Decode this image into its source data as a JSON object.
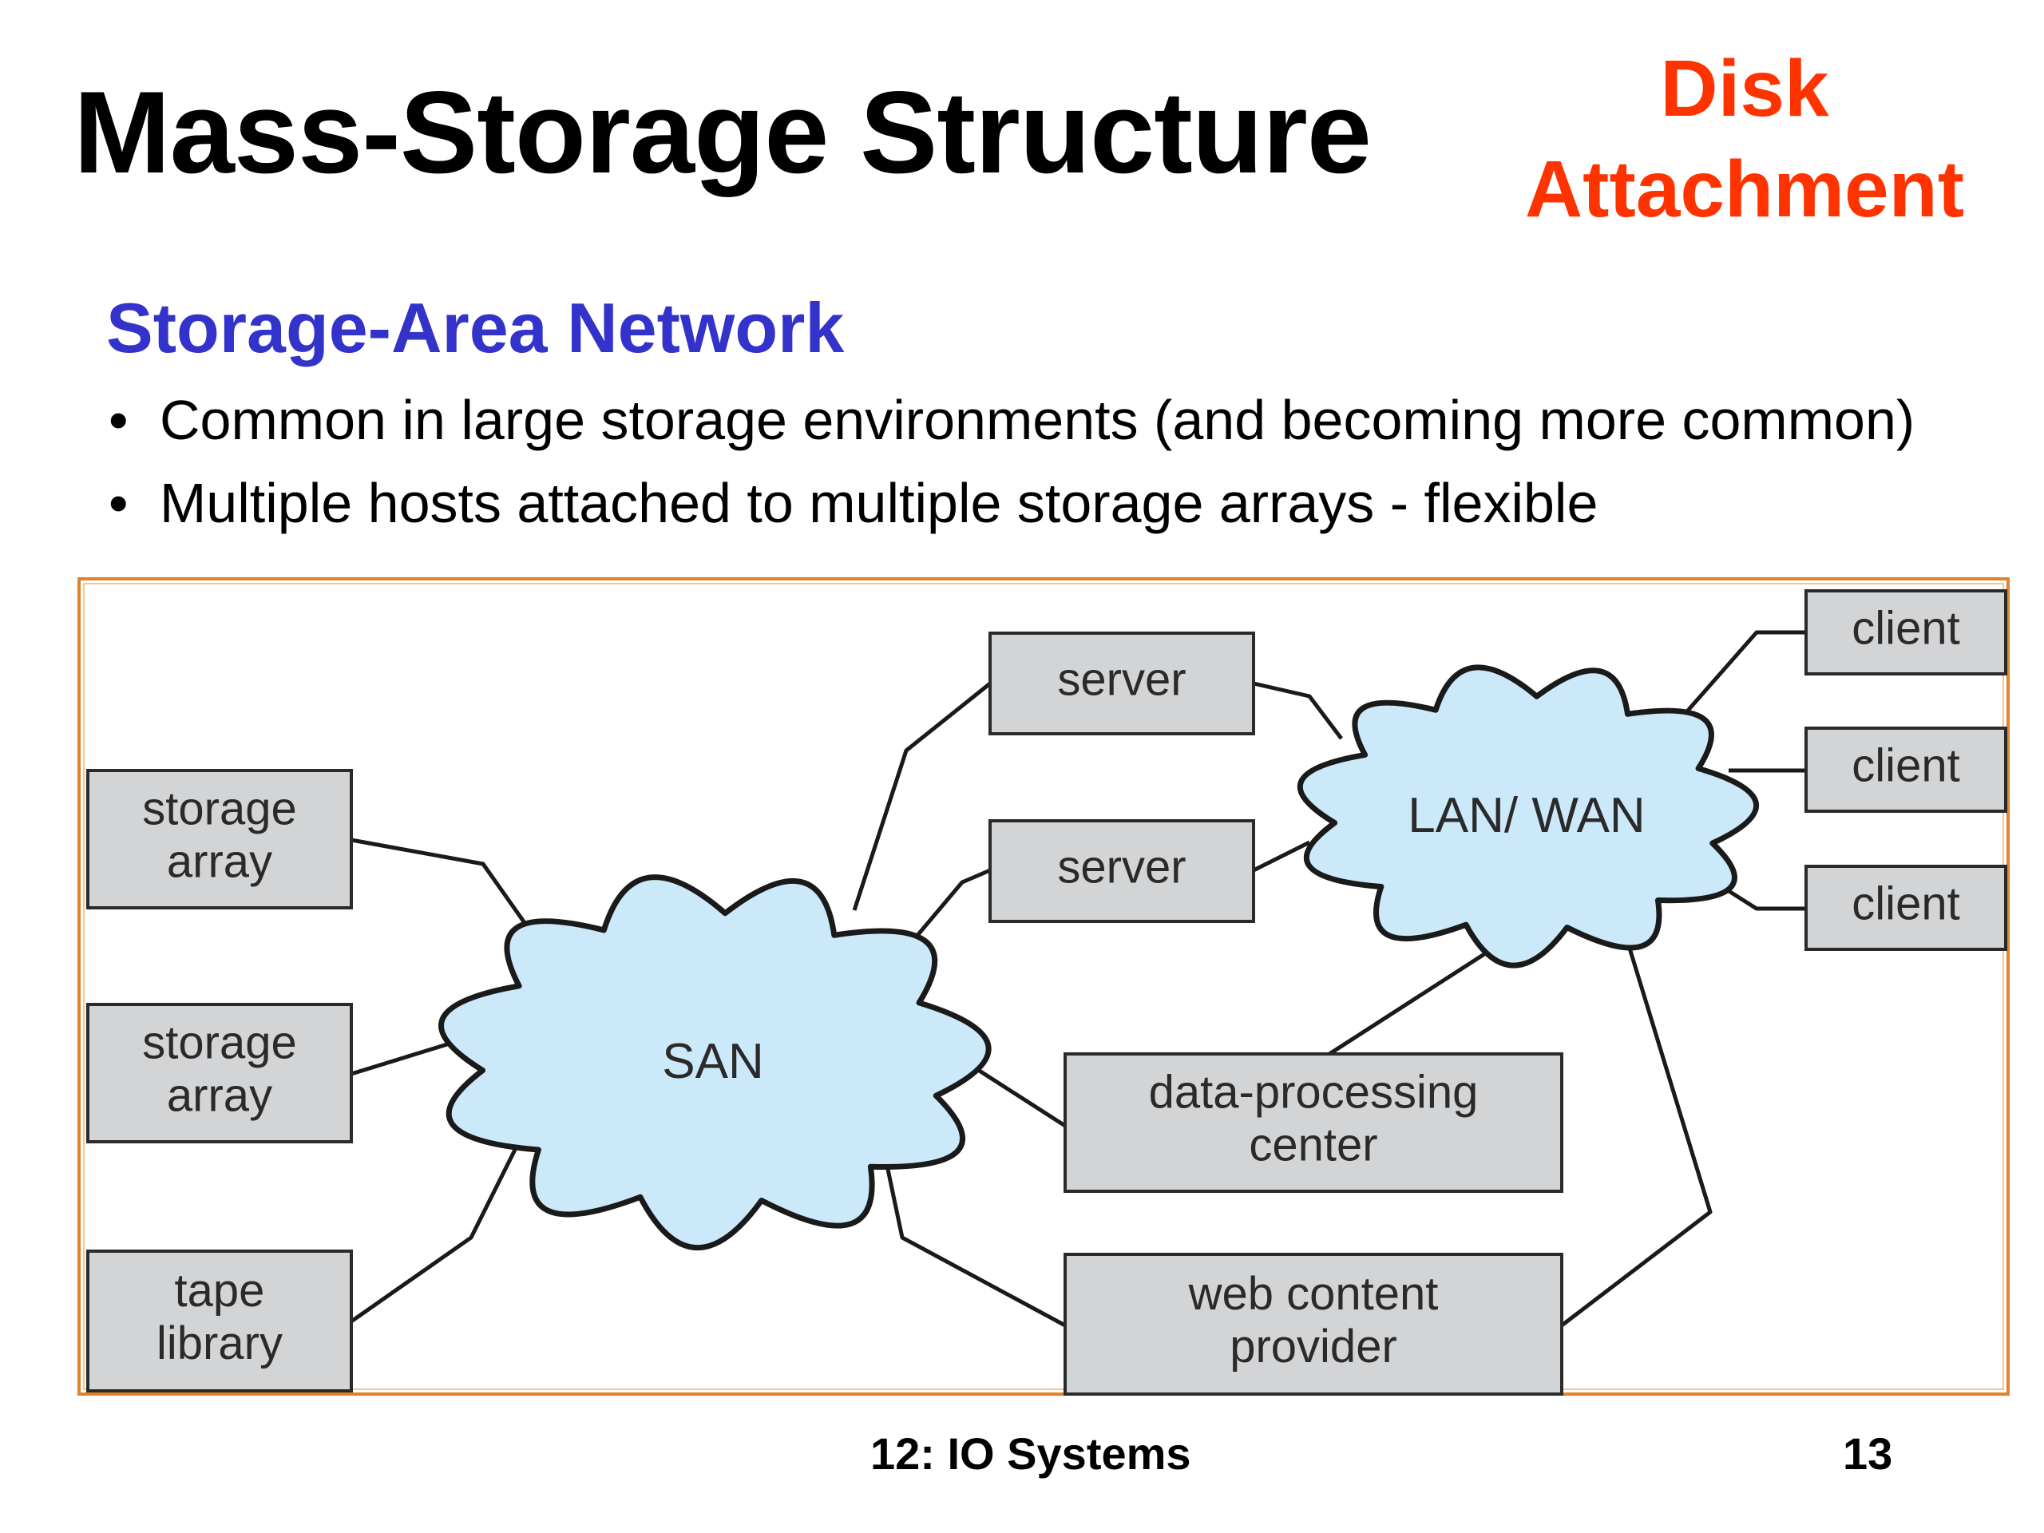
{
  "slide": {
    "title": "Mass-Storage Structure",
    "corner_title": [
      "Disk",
      "Attachment"
    ],
    "subheading": "Storage-Area Network",
    "bullets": [
      "Common in large storage environments (and becoming more common)",
      "Multiple hosts attached to multiple storage arrays - flexible"
    ],
    "bullet_glyph": "•",
    "footer": {
      "section": "12: IO Systems",
      "page_number": "13"
    },
    "colors": {
      "title": "#000000",
      "corner_title": "#ff3300",
      "subheading": "#3333cc",
      "frame": "#e0822a",
      "cloud_fill": "#cbe9f9",
      "node_fill": "#d3d4d6"
    }
  },
  "diagram": {
    "clouds": [
      {
        "id": "san",
        "label": "SAN"
      },
      {
        "id": "lanwan",
        "label": "LAN/ WAN"
      }
    ],
    "nodes": [
      {
        "id": "storage1",
        "lines": [
          "storage",
          "array"
        ]
      },
      {
        "id": "storage2",
        "lines": [
          "storage",
          "array"
        ]
      },
      {
        "id": "tape",
        "lines": [
          "tape",
          "library"
        ]
      },
      {
        "id": "server1",
        "lines": [
          "server"
        ]
      },
      {
        "id": "server2",
        "lines": [
          "server"
        ]
      },
      {
        "id": "dpc",
        "lines": [
          "data-processing",
          "center"
        ]
      },
      {
        "id": "web",
        "lines": [
          "web content",
          "provider"
        ]
      },
      {
        "id": "client1",
        "lines": [
          "client"
        ]
      },
      {
        "id": "client2",
        "lines": [
          "client"
        ]
      },
      {
        "id": "client3",
        "lines": [
          "client"
        ]
      }
    ],
    "connections": [
      [
        "storage1",
        "san"
      ],
      [
        "storage2",
        "san"
      ],
      [
        "tape",
        "san"
      ],
      [
        "san",
        "server1"
      ],
      [
        "san",
        "server2"
      ],
      [
        "san",
        "dpc"
      ],
      [
        "san",
        "web"
      ],
      [
        "server1",
        "lanwan"
      ],
      [
        "server2",
        "lanwan"
      ],
      [
        "dpc",
        "lanwan"
      ],
      [
        "web",
        "lanwan"
      ],
      [
        "lanwan",
        "client1"
      ],
      [
        "lanwan",
        "client2"
      ],
      [
        "lanwan",
        "client3"
      ]
    ]
  }
}
